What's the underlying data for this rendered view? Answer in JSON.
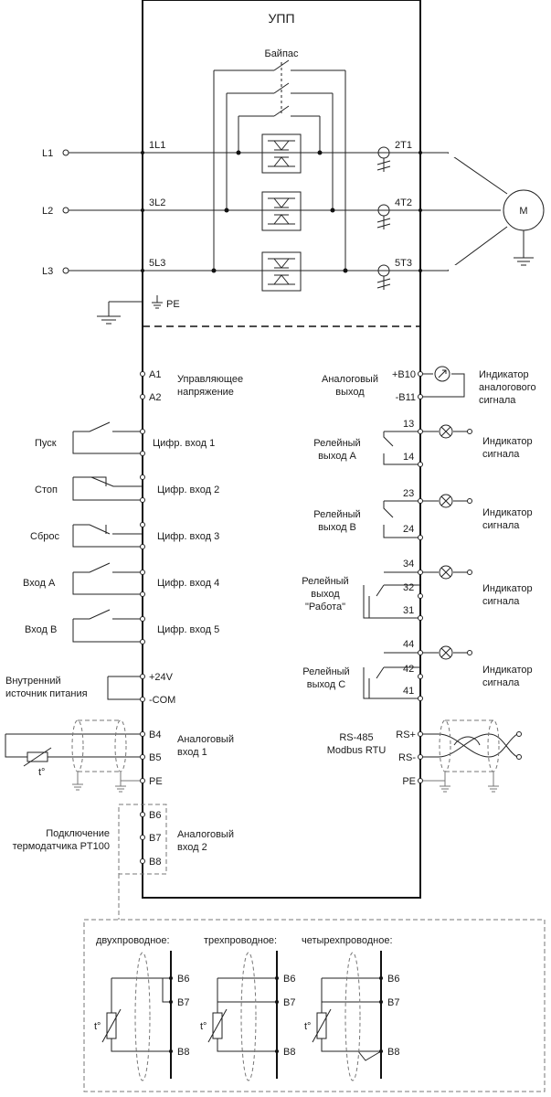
{
  "title": "УПП",
  "bypass_label": "Байпас",
  "mains": [
    "L1",
    "L2",
    "L3"
  ],
  "input_terminals": [
    "1L1",
    "3L2",
    "5L3"
  ],
  "output_terminals": [
    "2T1",
    "4T2",
    "5T3"
  ],
  "motor_label": "М",
  "pe_label": "PE",
  "control": {
    "a1": "A1",
    "a2": "A2",
    "voltage_label_1": "Управляющее",
    "voltage_label_2": "напряжение"
  },
  "digital_inputs": [
    {
      "switch": "Пуск",
      "label": "Цифр. вход 1"
    },
    {
      "switch": "Стоп",
      "label": "Цифр. вход 2"
    },
    {
      "switch": "Сброс",
      "label": "Цифр. вход 3"
    },
    {
      "switch": "Вход А",
      "label": "Цифр. вход 4"
    },
    {
      "switch": "Вход В",
      "label": "Цифр. вход 5"
    }
  ],
  "power": {
    "p24": "+24V",
    "com": "-COM",
    "label_1": "Внутренний",
    "label_2": "источник питания"
  },
  "analog_in1": {
    "b4": "B4",
    "b5": "B5",
    "pe": "PE",
    "label_1": "Аналоговый",
    "label_2": "вход 1",
    "t": "t°"
  },
  "analog_in2": {
    "b6": "B6",
    "b7": "B7",
    "b8": "B8",
    "label_1": "Аналоговый",
    "label_2": "вход 2",
    "sensor_1": "Подключение",
    "sensor_2": "термодатчика PT100"
  },
  "analog_out": {
    "b10": "+B10",
    "b11": "-B11",
    "label_1": "Аналоговый",
    "label_2": "выход",
    "ind_1": "Индикатор",
    "ind_2": "аналогового",
    "ind_3": "сигнала"
  },
  "relays": [
    {
      "t1": "13",
      "t2": "14",
      "l1": "Релейный",
      "l2": "выход А",
      "i1": "Индикатор",
      "i2": "сигнала"
    },
    {
      "t1": "23",
      "t2": "24",
      "l1": "Релейный",
      "l2": "выход B",
      "i1": "Индикатор",
      "i2": "сигнала"
    },
    {
      "t1": "34",
      "t2": "32",
      "t3": "31",
      "l1": "Релейный",
      "l2": "выход",
      "l3": "\"Работа\"",
      "i1": "Индикатор",
      "i2": "сигнала"
    },
    {
      "t1": "44",
      "t2": "42",
      "t3": "41",
      "l1": "Релейный",
      "l2": "выход С",
      "i1": "Индикатор",
      "i2": "сигнала"
    }
  ],
  "rs485": {
    "rsp": "RS+",
    "rsm": "RS-",
    "pe": "PE",
    "label_1": "RS-485",
    "label_2": "Modbus RTU"
  },
  "wiring": {
    "two": "двухпроводное:",
    "three": "трехпроводное:",
    "four": "четырехпроводное:",
    "b6": "B6",
    "b7": "B7",
    "b8": "B8",
    "t": "t°"
  }
}
